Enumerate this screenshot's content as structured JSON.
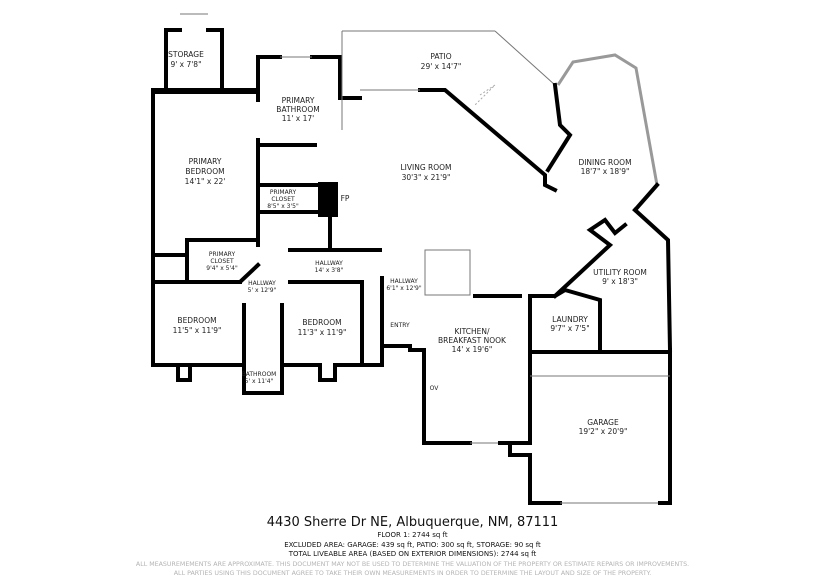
{
  "rooms": {
    "storage": {
      "name": "STORAGE",
      "size": "9' x 7'8\""
    },
    "primary_bathroom": {
      "name1": "PRIMARY",
      "name2": "BATHROOM",
      "size": "11' x 17'"
    },
    "primary_bedroom": {
      "name1": "PRIMARY",
      "name2": "BEDROOM",
      "size": "14'1\" x 22'"
    },
    "primary_closet_1": {
      "name1": "PRIMARY",
      "name2": "CLOSET",
      "size": "8'5\" x 3'5\""
    },
    "fireplace": {
      "name": "FP"
    },
    "living_room": {
      "name": "LIVING ROOM",
      "size": "30'3\" x 21'9\""
    },
    "patio": {
      "name": "PATIO",
      "size": "29' x 14'7\""
    },
    "dining_room": {
      "name": "DINING ROOM",
      "size": "18'7\" x 18'9\""
    },
    "primary_closet_2": {
      "name1": "PRIMARY",
      "name2": "CLOSET",
      "size": "9'4\" x 5'4\""
    },
    "hallway_1": {
      "name": "HALLWAY",
      "size": "14' x 3'8\""
    },
    "hallway_2": {
      "name": "HALLWAY",
      "size": "5' x 12'9\""
    },
    "hallway_3": {
      "name": "HALLWAY",
      "size": "6'1\" x 12'9\""
    },
    "utility_room": {
      "name": "UTILITY ROOM",
      "size": "9' x 18'3\""
    },
    "laundry": {
      "name": "LAUNDRY",
      "size": "9'7\" x 7'5\""
    },
    "bedroom_1": {
      "name": "BEDROOM",
      "size": "11'5\" x 11'9\""
    },
    "bedroom_2": {
      "name": "BEDROOM",
      "size": "11'3\" x 11'9\""
    },
    "entry": {
      "name": "ENTRY"
    },
    "kitchen": {
      "name1": "KITCHEN/",
      "name2": "BREAKFAST NOOK",
      "size": "14' x 19'6\""
    },
    "bathroom": {
      "name": "BATHROOM",
      "size": "5' x 11'4\""
    },
    "oven": {
      "name": "OV"
    },
    "garage": {
      "name": "GARAGE",
      "size": "19'2\" x 20'9\""
    }
  },
  "footer": {
    "address": "4430 Sherre Dr NE, Albuquerque, NM, 87111",
    "floor": "FLOOR 1: 2744 sq ft",
    "excluded": "EXCLUDED AREA: GARAGE: 439 sq ft, PATIO: 300 sq ft, STORAGE: 90 sq ft",
    "total": "TOTAL LIVEABLE AREA (BASED ON EXTERIOR DIMENSIONS): 2744 sq ft",
    "disclaimer1": "ALL MEASUREMEMENTS ARE APPROXIMATE. THIS DOCUMENT MAY NOT BE USED TO DETERMINE THE VALUATION OF THE PROPERTY OR ESTIMATE REPAIRS OR IMPROVEMENTS.",
    "disclaimer2": "ALL PARTIES USING THIS DOCUMENT AGREE TO TAKE THEIR OWN MEASUREMENTS IN ORDER TO DETERMINE THE LAYOUT AND SIZE OF THE PROPERTY."
  }
}
